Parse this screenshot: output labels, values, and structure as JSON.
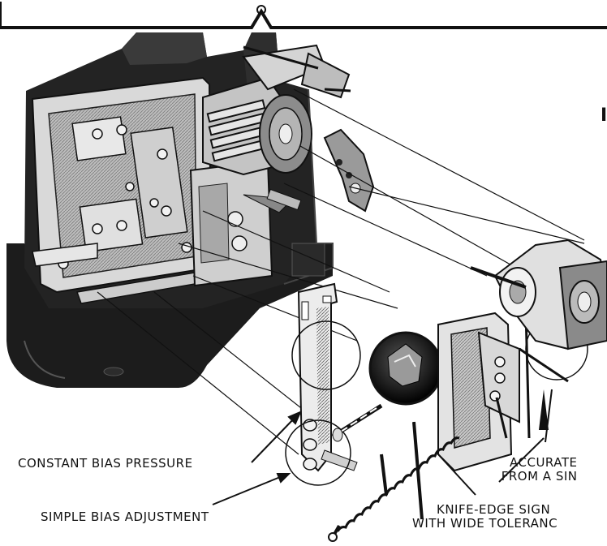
{
  "figure": {
    "top_right_fragment": "I",
    "callouts": {
      "constant_bias": "CONSTANT BIAS PRESSURE",
      "simple_bias": "SIMPLE BIAS ADJUSTMENT",
      "accurate_line1": "ACCURATE",
      "accurate_line2": "FROM A SIN",
      "knife_line1": "KNIFE-EDGE SIGN",
      "knife_line2": "WITH WIDE TOLERANC"
    }
  },
  "colors": {
    "ink": "#111111",
    "body_dark": "#1c1c1c",
    "body_mid": "#3a3a3a",
    "metal_light": "#d9d9d9",
    "metal_mid": "#9a9a9a",
    "paper": "#ffffff"
  },
  "icons": [
    "relay-assembly-illustration",
    "magnifier-lens-icon",
    "spring-icon",
    "cam-wheel-icon"
  ]
}
